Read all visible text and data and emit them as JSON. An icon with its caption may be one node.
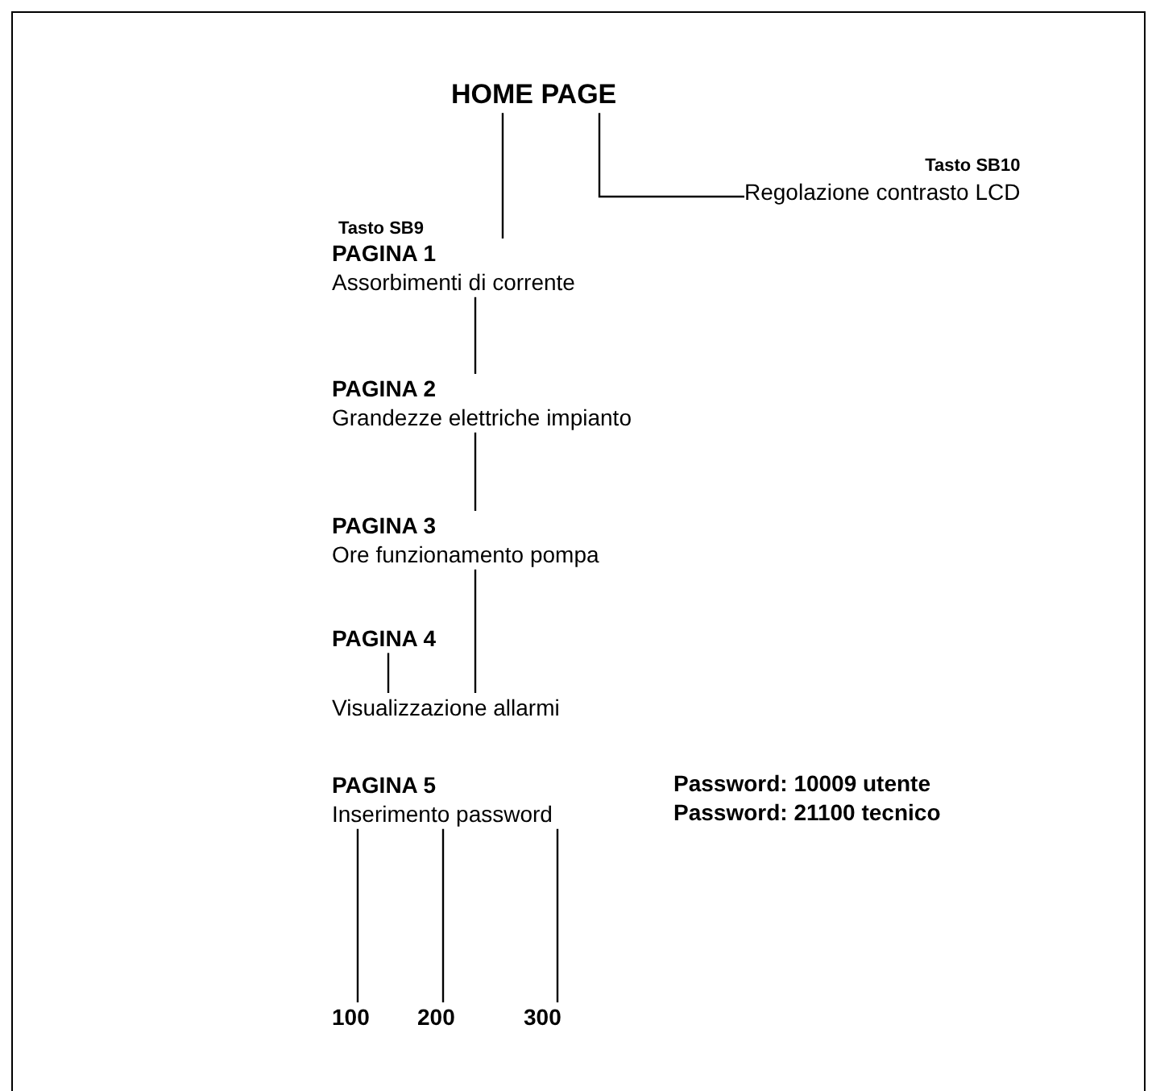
{
  "diagram": {
    "nodes": [
      {
        "text": [
          "HOME PAGE"
        ]
      },
      {
        "text": [
          "Tasto SB10",
          "Regolazione contrasto LCD"
        ]
      },
      {
        "text": [
          "PAGINA 1",
          "Assorbimenti di corrente"
        ]
      },
      {
        "text": [
          "PAGINA 2",
          "Grandezze elettriche impianto"
        ]
      },
      {
        "text": [
          "PAGINA 3",
          "Ore funzionamento pompa"
        ]
      },
      {
        "text": [
          "PAGINA 4"
        ]
      },
      {
        "text": [
          "Visualizzazione allarmi"
        ]
      },
      {
        "text": [
          "PAGINA 5",
          "Inserimento password"
        ]
      },
      {
        "text": [
          "100"
        ]
      },
      {
        "text": [
          "200"
        ]
      },
      {
        "text": [
          "300"
        ]
      }
    ],
    "edges": [
      {
        "from": 0,
        "to": 2,
        "arrow": "none",
        "label": "Tasto SB9"
      },
      {
        "from": 0,
        "to": 1,
        "arrow": "none"
      },
      {
        "from": 2,
        "to": 3,
        "arrow": "none"
      },
      {
        "from": 3,
        "to": 4,
        "arrow": "none"
      },
      {
        "from": 4,
        "to": 6,
        "arrow": "none"
      },
      {
        "from": 5,
        "to": 6,
        "arrow": "none"
      },
      {
        "from": 7,
        "to": 8,
        "arrow": "none"
      },
      {
        "from": 7,
        "to": 9,
        "arrow": "none"
      },
      {
        "from": 7,
        "to": 10,
        "arrow": "none"
      }
    ],
    "labels": [
      "Password: 10009 utente",
      "Password: 21100 tecnico"
    ]
  }
}
